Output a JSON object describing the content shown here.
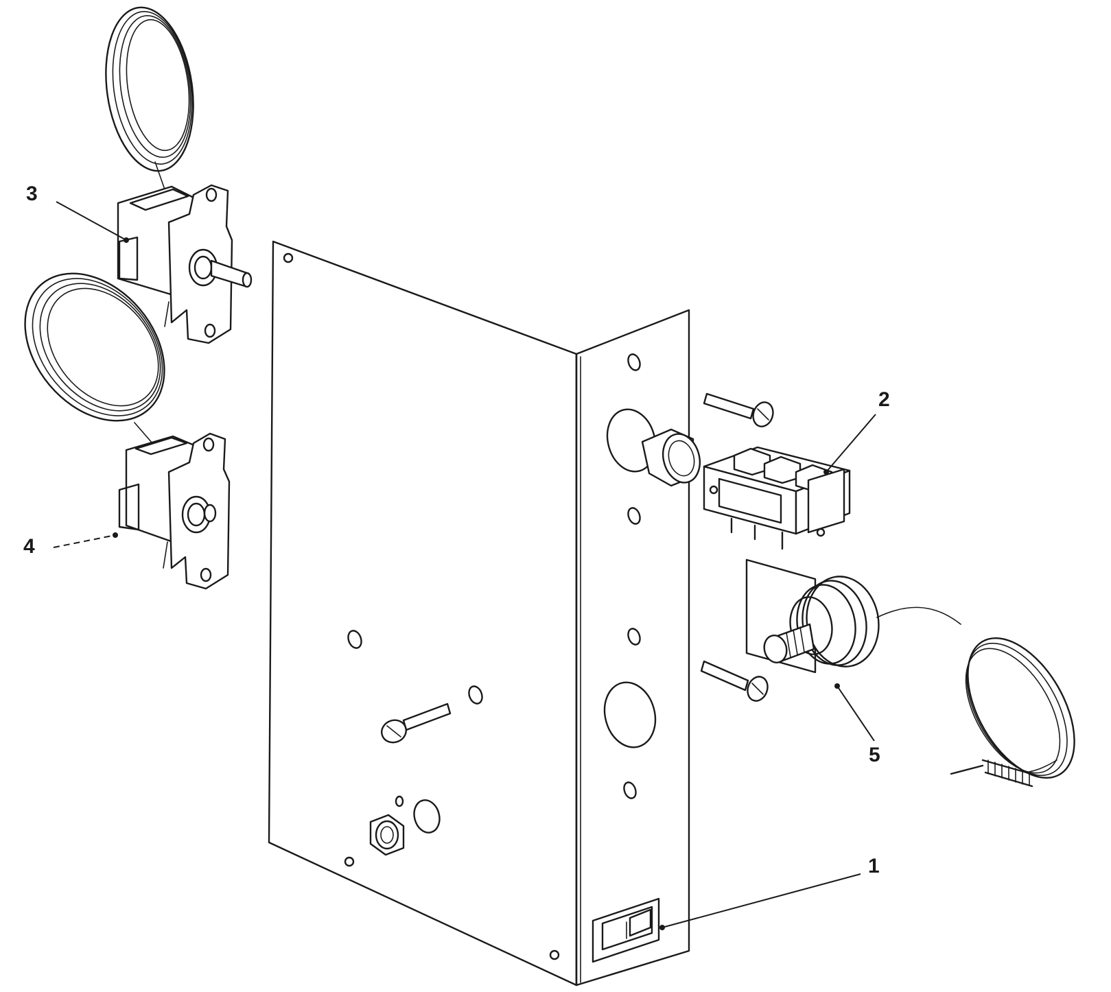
{
  "callouts": [
    {
      "id": "1",
      "label": "1",
      "part": "rocker-switch"
    },
    {
      "id": "2",
      "label": "2",
      "part": "terminal-block"
    },
    {
      "id": "3",
      "label": "3",
      "part": "upper-capillary-thermostat"
    },
    {
      "id": "4",
      "label": "4",
      "part": "lower-capillary-thermostat"
    },
    {
      "id": "5",
      "label": "5",
      "part": "bulb-thermostat"
    }
  ],
  "colors": {
    "line": "#1a1a1a",
    "background": "#ffffff"
  }
}
